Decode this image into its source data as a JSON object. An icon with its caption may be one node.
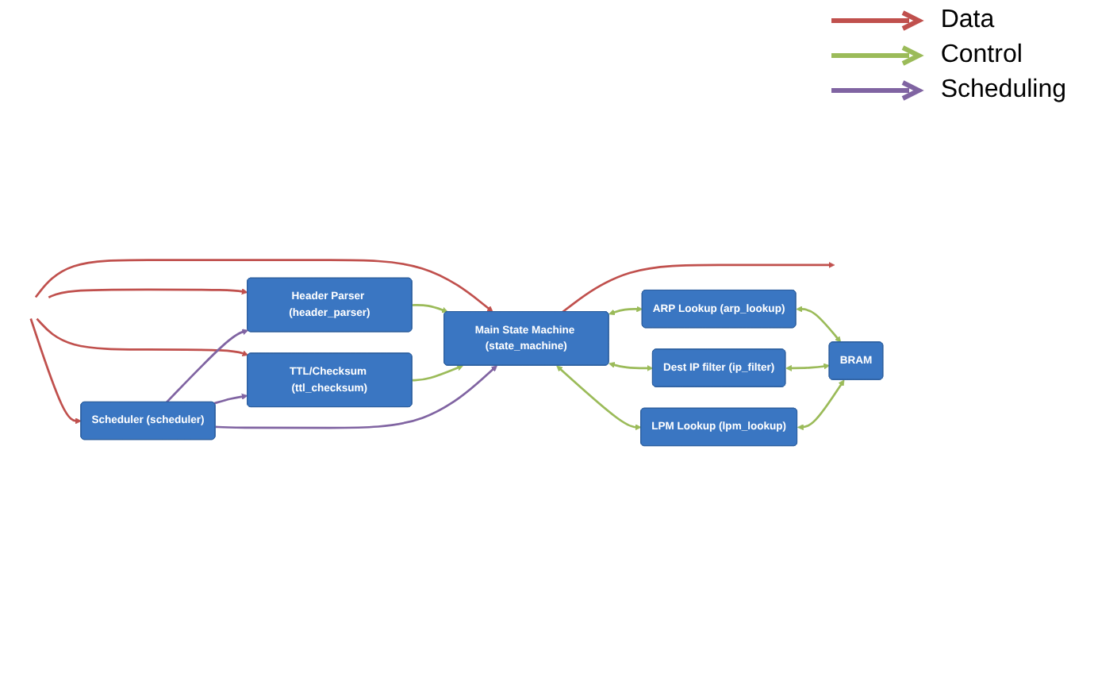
{
  "diagram": {
    "nodes": [
      {
        "text": [
          "Header Parser (header_parser)"
        ]
      },
      {
        "text": [
          "TTL/Checksum (ttl_checksum)"
        ]
      },
      {
        "text": [
          "Scheduler (scheduler)"
        ]
      },
      {
        "text": [
          "Main State Machine (state_machine)"
        ]
      },
      {
        "text": [
          "ARP Lookup (arp_lookup)"
        ]
      },
      {
        "text": [
          "Dest IP filter (ip_filter)"
        ]
      },
      {
        "text": [
          "LPM Lookup (lpm_lookup)"
        ]
      },
      {
        "text": [
          "BRAM"
        ]
      }
    ],
    "edges": [
      {
        "from": null,
        "to": 3,
        "arrow": "to",
        "color": "#c0504d"
      },
      {
        "from": null,
        "to": 0,
        "arrow": "to",
        "color": "#c0504d"
      },
      {
        "from": null,
        "to": 1,
        "arrow": "to",
        "color": "#c0504d"
      },
      {
        "from": null,
        "to": 2,
        "arrow": "to",
        "color": "#c0504d"
      },
      {
        "from": 3,
        "to": null,
        "arrow": "to",
        "color": "#c0504d"
      },
      {
        "from": 0,
        "to": 3,
        "arrow": "to"
      },
      {
        "from": 1,
        "to": 3,
        "arrow": "to"
      },
      {
        "from": 2,
        "to": 1,
        "arrow": "to",
        "color": "#8064a2"
      },
      {
        "from": 2,
        "to": 0,
        "arrow": "to",
        "color": "#8064a2"
      },
      {
        "from": 2,
        "to": 3,
        "arrow": "to",
        "color": "#8064a2"
      },
      {
        "from": 3,
        "to": 4,
        "arrow": "both"
      },
      {
        "from": 3,
        "to": 5,
        "arrow": "both"
      },
      {
        "from": 3,
        "to": 6,
        "arrow": "both"
      },
      {
        "from": 4,
        "to": 7,
        "arrow": "both"
      },
      {
        "from": 5,
        "to": 7,
        "arrow": "both"
      },
      {
        "from": 6,
        "to": 7,
        "arrow": "both"
      }
    ],
    "legend": [
      {
        "text": "Data"
      },
      {
        "text": "Control"
      },
      {
        "text": "Scheduling"
      }
    ]
  }
}
